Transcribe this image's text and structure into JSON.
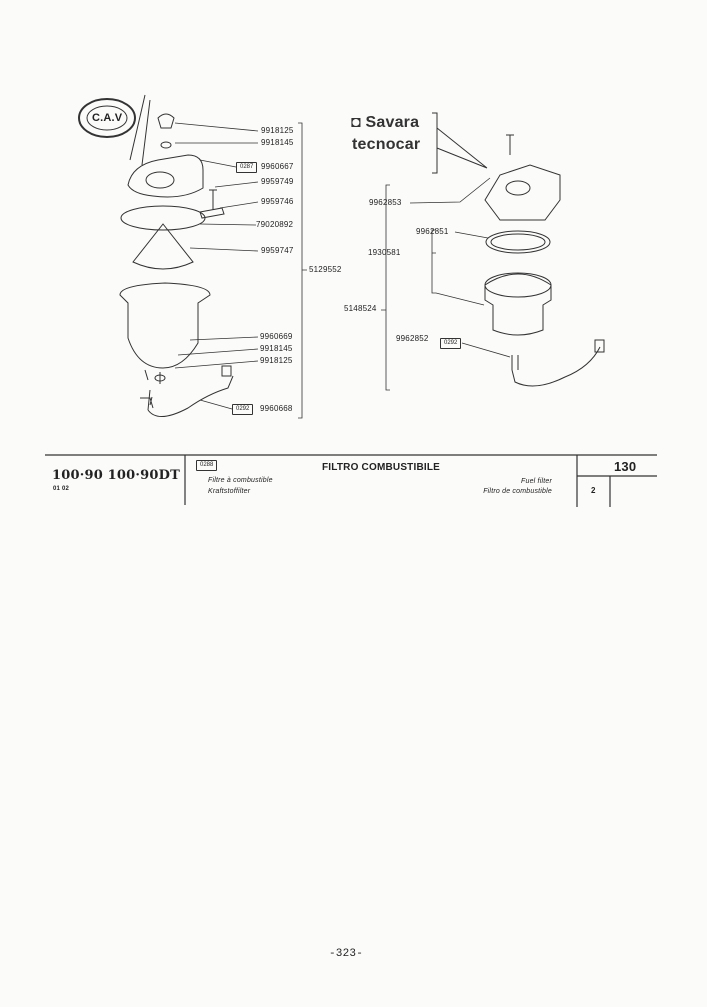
{
  "logos": {
    "cav": "C.A.V",
    "savara_line1": "Savara",
    "savara_line2": "tecnocar"
  },
  "left_assembly": {
    "group_number": "5129552",
    "parts": [
      {
        "ref": "",
        "code": "9918125"
      },
      {
        "ref": "",
        "code": "9918145"
      },
      {
        "ref": "0287",
        "code": "9960667"
      },
      {
        "ref": "",
        "code": "9959749"
      },
      {
        "ref": "",
        "code": "9959746"
      },
      {
        "ref": "",
        "code": "79020892"
      },
      {
        "ref": "",
        "code": "9959747"
      },
      {
        "ref": "",
        "code": "9960669"
      },
      {
        "ref": "",
        "code": "9918145"
      },
      {
        "ref": "",
        "code": "9918125"
      },
      {
        "ref": "0292",
        "code": "9960668"
      }
    ]
  },
  "right_assembly": {
    "group_number": "5148524",
    "parts": [
      {
        "code": "9962853"
      },
      {
        "code": "9962851"
      },
      {
        "code": "1930581"
      },
      {
        "code": "9962852",
        "ref": "0292"
      }
    ]
  },
  "footer": {
    "model": "100·90 100·90DT",
    "model_sub": "01 02",
    "ref_box": "0288",
    "title": "FILTRO COMBUSTIBILE",
    "fr": "Filtre à combustible",
    "de": "Kraftstoffilter",
    "en": "Fuel filter",
    "es": "Filtro de combustible",
    "group": "130",
    "sheet": "2"
  },
  "page_number": "-323-"
}
